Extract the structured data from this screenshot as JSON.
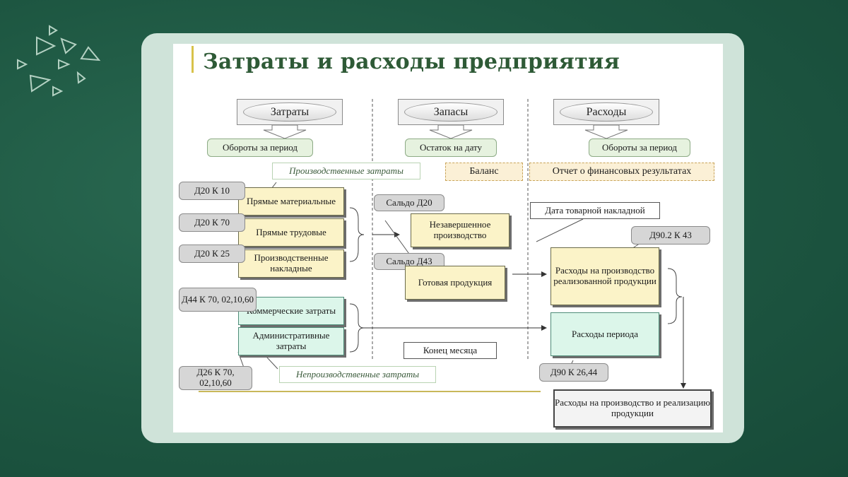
{
  "title": "Затраты и расходы предприятия",
  "columns": {
    "costs": "Затраты",
    "inventory": "Запасы",
    "expenses": "Расходы"
  },
  "period_labels": {
    "costs_turnover": "Обороты за период",
    "inventory_balance": "Остаток на дату",
    "expenses_turnover": "Обороты за период"
  },
  "reports": {
    "balance": "Баланс",
    "income_statement": "Отчет о финансовых результатах"
  },
  "categories": {
    "production": "Производственные затраты",
    "nonproduction": "Непроизводственные затраты"
  },
  "cost_boxes": {
    "direct_materials": "Прямые материальные",
    "direct_labor": "Прямые трудовые",
    "overhead": "Производственные накладные",
    "commercial": "Коммерческие затраты",
    "administrative": "Административные затраты"
  },
  "entries": {
    "d20_k10": "Д20 К 10",
    "d20_k70": "Д20 К 70",
    "d20_k25": "Д20 К 25",
    "d44": "Д44 К 70, 02,10,60",
    "d26": "Д26 К 70, 02,10,60",
    "saldo_d20": "Сальдо Д20",
    "saldo_d43": "Сальдо Д43",
    "d90_2_k43": "Д90.2 К 43",
    "d90_k26_44": "Д90 К 26,44"
  },
  "inventory_boxes": {
    "wip": "Незавершенное производство",
    "finished": "Готовая продукция"
  },
  "events": {
    "invoice_date": "Дата товарной накладной",
    "month_end": "Конец месяца"
  },
  "expense_boxes": {
    "cost_of_sales": "Расходы на производство реализованной продукции",
    "period_expenses": "Расходы периода",
    "total": "Расходы на производство и реализацию продукции"
  },
  "colors": {
    "background": "#1f5c46",
    "card": "#cfe3d9",
    "title": "#2e5a36",
    "yellow_box": "#fbf3c8",
    "cyan_box": "#dcf6ea"
  }
}
